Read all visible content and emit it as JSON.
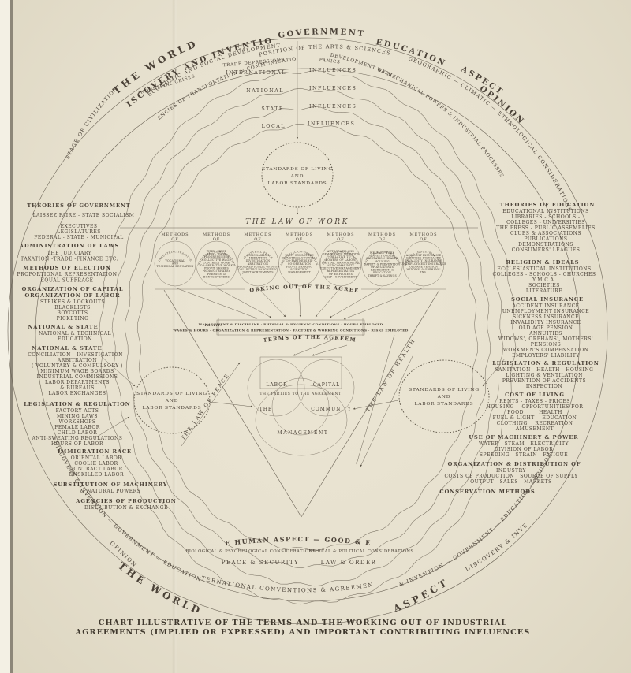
{
  "colors": {
    "paper": "#e8e2d0",
    "ink": "#4a4137",
    "line": "#6b6356"
  },
  "outer_band": {
    "world_top_left": "THE WORLD",
    "discovery_top": "DISCOVERY AND INVENTION",
    "government": "GOVERNMENT",
    "education": "EDUCATION",
    "aspect_top": "ASPECT",
    "opinion_top": "OPINION",
    "world_bottom_left": "THE WORLD",
    "aspect_bottom_right": "ASPECT",
    "opinion_bottom_left": "OPINION",
    "discovery_bottom_right": "DISCOVERY & INVE"
  },
  "ring_texts": {
    "stage": "STAGE OF CIVILIZATION",
    "economic": "ECONOMIC AND SOCIAL DEVELOPMENT",
    "agencies": "AGENCIES OF TRANSPORTATION & COMMUNICATION",
    "trade": "TRADE DEPRESSIONS",
    "industrial_crises": "INDUSTRIAL CRISES",
    "position": "POSITION OF THE ARTS & SCIENCES",
    "dev_mech": "DEVELOPMENT OF MECHANICAL POWERS & INDUSTRIAL PROCESSES",
    "panics": "PANICS",
    "wars": "WARS",
    "geo": "GEOGRAPHIC — CLIMATIC — ETHNOLOGICAL CONSIDERATIONS",
    "ring2_bottom_left": "DISCOVERY & INVENTION — GOVERNMENT — EDUCATION",
    "ring2_bottom_right": "& INVENTION — GOVERNMENT — EDUCATION — OPINION"
  },
  "influences": {
    "rows": [
      {
        "label": "INTERNATIONAL",
        "word": "INFLUENCES"
      },
      {
        "label": "NATIONAL",
        "word": "INFLUENCES"
      },
      {
        "label": "STATE",
        "word": "INFLUENCES"
      },
      {
        "label": "LOCAL",
        "word": "INFLUENCES"
      }
    ]
  },
  "center_top": {
    "circle_lines": [
      "STANDARDS OF LIVING",
      "AND",
      "LABOR STANDARDS"
    ],
    "law_of_work": "THE LAW OF WORK"
  },
  "methods": {
    "header_top": "METHODS",
    "header_bottom": "OF",
    "circles": [
      {
        "arc": "INDUSTRIAL TRAINING",
        "lines": [
          "VOCATIONAL",
          "AND",
          "TECHNICAL EDUCATION"
        ]
      },
      {
        "arc": "INDUSTRIAL REMUNERATION",
        "lines": [
          "TIME - PIECE",
          "TASK - WAGE",
          "PROGRESSIVE &",
          "COLLECTIVE WAGE",
          "CONTRACT WORK",
          "CO-OPERATIVE WORK",
          "PROFIT SHARES",
          "PRODUCT SHARES",
          "PREMIUM &",
          "BONUS SYSTEMS"
        ]
      },
      {
        "arc": "INDUSTRIAL PEACE",
        "lines": [
          "CONCILIATION",
          "MEDIATION",
          "INVESTIGATION",
          "ARBITRATION",
          "INFORMED PUBLIC OPINION",
          "COLLECTIVE BARGAINING",
          "JOINT AGREEMENTS"
        ]
      },
      {
        "arc": "INDUSTRIAL CO-OPERATION",
        "lines": [
          "JOINT COMMITTEE",
          "INDUSTRIAL COUNCILS",
          "CO-PARTNERSHIP",
          "CO-OPERATION",
          "PROFIT SHARING",
          "SCIENTIFIC",
          "MANAGEMENT"
        ]
      },
      {
        "arc": "INDUSTRIAL GOVERNMENT",
        "lines": [
          "AUTOCRATIC AND",
          "DEMOCRATIC METHODS",
          "RELATIVE TO",
          "POWERS OF LABOR,",
          "CAPITAL, MANAGEMENT,",
          "AND COMMUNITY",
          "EXECUTIVE MANAGEMENT",
          "REPRESENTATION",
          "OF EMPLOYEES",
          "SELF - GOVERNMENT"
        ]
      },
      {
        "arc": "INDUSTRIAL BETTERMENT",
        "lines": [
          "WELFARE WORK",
          "SAFETY CODES",
          "SANITATION  HEALTH",
          "HOUSING",
          "SAFETY & PREVENTION",
          "OF ACCIDENTS",
          "RECREATION &",
          "EDUCATION",
          "THRIFT & SAVINGS"
        ]
      },
      {
        "arc": "MEETING INDUSTRIAL RISKS",
        "lines": [
          "ACCIDENT INSURANCE",
          "SICKNESS INSURANCE",
          "INVALIDITY INSURANCE",
          "UNEMPLOYMENT INSURANCE",
          "OLD AGE PENSION",
          "WIDOWS' & ORPHANS'",
          "INS."
        ]
      }
    ]
  },
  "agreement": {
    "working_out": "THE WORKING OUT OF THE AGREEMENT",
    "terms_arc": "THE TERMS OF THE AGREEMENT",
    "profits": "PROFITS",
    "terms_line1": "MANAGEMENT & DISCIPLINE  ·  PHYSICAL & HYGIENIC CONDITIONS  ·  HOURS EMPLOYED",
    "terms_line2": "WAGES & HOURS · ORGANIZATION & REPRESENTATION · FACTORY & WORKING CONDITIONS · RISKS EMPLOYED"
  },
  "parties": {
    "labor": "LABOR",
    "capital": "CAPITAL",
    "caption": "THE PARTIES TO THE AGREEMENT",
    "the": "THE",
    "community": "COMMUNITY",
    "management": "MANAGEMENT"
  },
  "laws": {
    "peace": "THE LAW OF PEACE",
    "health": "THE LAW OF HEALTH"
  },
  "standards": {
    "left": [
      "STANDARDS OF LIVING",
      "AND",
      "LABOR STANDARDS"
    ],
    "right": [
      "STANDARDS OF LIVING",
      "AND",
      "LABOR STANDARDS"
    ]
  },
  "left_column": {
    "groups": [
      {
        "header": "THEORIES OF GOVERNMENT",
        "lines": [
          "LAISSEZ FAIRE   -   STATE SOCIALISM"
        ]
      },
      {
        "header": "",
        "lines": [
          "EXECUTIVES",
          "LEGISLATURES",
          "FEDERAL - STATE - MUNICIPAL"
        ]
      },
      {
        "header": "ADMINISTRATION OF LAWS",
        "lines": [
          "THE JUDICIARY",
          "TAXATION -TRADE -FINANCE ETC."
        ]
      },
      {
        "header": "METHODS OF ELECTION",
        "lines": [
          "PROPORTIONAL REPRESENTATION",
          "EQUAL SUFFRAGE"
        ]
      },
      {
        "header": "ORGANIZATION OF CAPITAL",
        "header2": "ORGANIZATION OF LABOR",
        "lines": [
          "STRIKES & LOCKOUTS",
          "BLACKLISTS",
          "BOYCOTTS",
          "PICKETING"
        ]
      },
      {
        "header": "NATIONAL & STATE",
        "lines": [
          "NATIONAL & TECHNICAL",
          "EDUCATION"
        ]
      },
      {
        "header": "NATIONAL & STATE",
        "lines": [
          "CONCILIATION - INVESTIGATION -",
          "ARBITRATION",
          "( VOLUNTARY & COMPULSORY )",
          "MINIMUM WAGE BOARDS",
          "INDUSTRIAL COMMISSIONS",
          "LABOR DEPARTMENTS",
          "& BUREAUS",
          "LABOR EXCHANGES"
        ]
      },
      {
        "header": "LEGISLATION & REGULATION",
        "lines": [
          "FACTORY ACTS",
          "MINING LAWS",
          "WORKSHOPS",
          "FEMALE LABOR",
          "CHILD LABOR",
          "ANTI-SWEATING REGULATIONS",
          "HOURS OF LABOR"
        ]
      },
      {
        "header": "IMMIGRATION RACE",
        "lines": [
          "ORIENTAL LABOR",
          "COOLIE LABOR",
          "CONTRACT LABOR",
          "UNSKILLED LABOR"
        ]
      },
      {
        "header": "SUBSTITUTION OF MACHINERY",
        "lines": [
          "& NATURAL POWERS"
        ]
      },
      {
        "header": "AGENCIES OF PRODUCTION",
        "lines": [
          "DISTRIBUTION & EXCHANGE"
        ]
      }
    ]
  },
  "right_column": {
    "groups": [
      {
        "header": "THEORIES OF EDUCATION",
        "lines": [
          "EDUCATIONAL INSTITUTIONS",
          "LIBRARIES - SCHOOLS -",
          "COLLEGES - UNIVERSITIES",
          "THE PRESS - PUBLIC ASSEMBLIES",
          "CLUBS & ASSOCIATIONS",
          "PUBLICATIONS",
          "DEMONSTRATIONS",
          "CONSUMERS' LEAGUES"
        ]
      },
      {
        "header": "RELIGION & IDEALS",
        "lines": [
          "ECCLESIASTICAL INSTITUTIONS",
          "COLLEGES - SCHOOLS - CHURCHES",
          "Y.M.C.A.",
          "SOCIETIES",
          "LITERATURE"
        ]
      },
      {
        "header": "SOCIAL INSURANCE",
        "lines": [
          "ACCIDENT INSURANCE",
          "UNEMPLOYMENT INSURANCE",
          "SICKNESS INSURANCE",
          "INVALIDITY INSURANCE",
          "OLD AGE PENSION",
          "ANNUITIES",
          "WIDOWS', ORPHANS', MOTHERS'",
          "PENSIONS",
          "WORKMEN'S COMPENSATION",
          "EMPLOYERS' LIABILITY"
        ]
      },
      {
        "header": "LEGISLATION & REGULATION",
        "lines": [
          "SANITATION - HEALTH - HOUSING",
          "LIGHTING & VENTILATION",
          "PREVENTION OF ACCIDENTS",
          "INSPECTION"
        ]
      },
      {
        "header": "COST OF LIVING",
        "lines": [
          "RENTS  -  TAXES  -  PRICES",
          "HOUSING    OPPORTUNITIES FOR",
          "FOOD        HEALTH",
          "FUEL & LIGHT    EDUCATION",
          "CLOTHING    RECREATION",
          "AMUSEMENT"
        ]
      },
      {
        "header": "USE OF MACHINERY & POWER",
        "lines": [
          "WATER - STEAM - ELECTRICITY",
          "DIVISION OF LABOR",
          "SPEEDING - STRAIN - FATIGUE"
        ]
      },
      {
        "header": "ORGANIZATION & DISTRIBUTION OF",
        "lines": [
          "INDUSTRY",
          "COSTS OF PRODUCTION   SOURCE OF SUPPLY",
          "OUTPUT - SALES - MARKETS"
        ]
      },
      {
        "header": "CONSERVATION METHODS",
        "lines": []
      }
    ]
  },
  "bottom": {
    "human": "THE HUMAN ASPECT  —  GOOD & EVIL",
    "bio": "BIOLOGICAL & PSYCHOLOGICAL CONSIDERATIONS",
    "ethical": "ETHICAL & POLITICAL CONSIDERATIONS",
    "peace_security": "PEACE  &  SECURITY",
    "law_order": "LAW  &  ORDER",
    "intl": "INTERNATIONAL CONVENTIONS & AGREEMENTS"
  },
  "caption": {
    "line1": "CHART ILLUSTRATIVE OF THE TERMS AND THE WORKING OUT OF INDUSTRIAL",
    "line2": "AGREEMENTS (IMPLIED OR EXPRESSED) AND IMPORTANT CONTRIBUTING INFLUENCES"
  }
}
